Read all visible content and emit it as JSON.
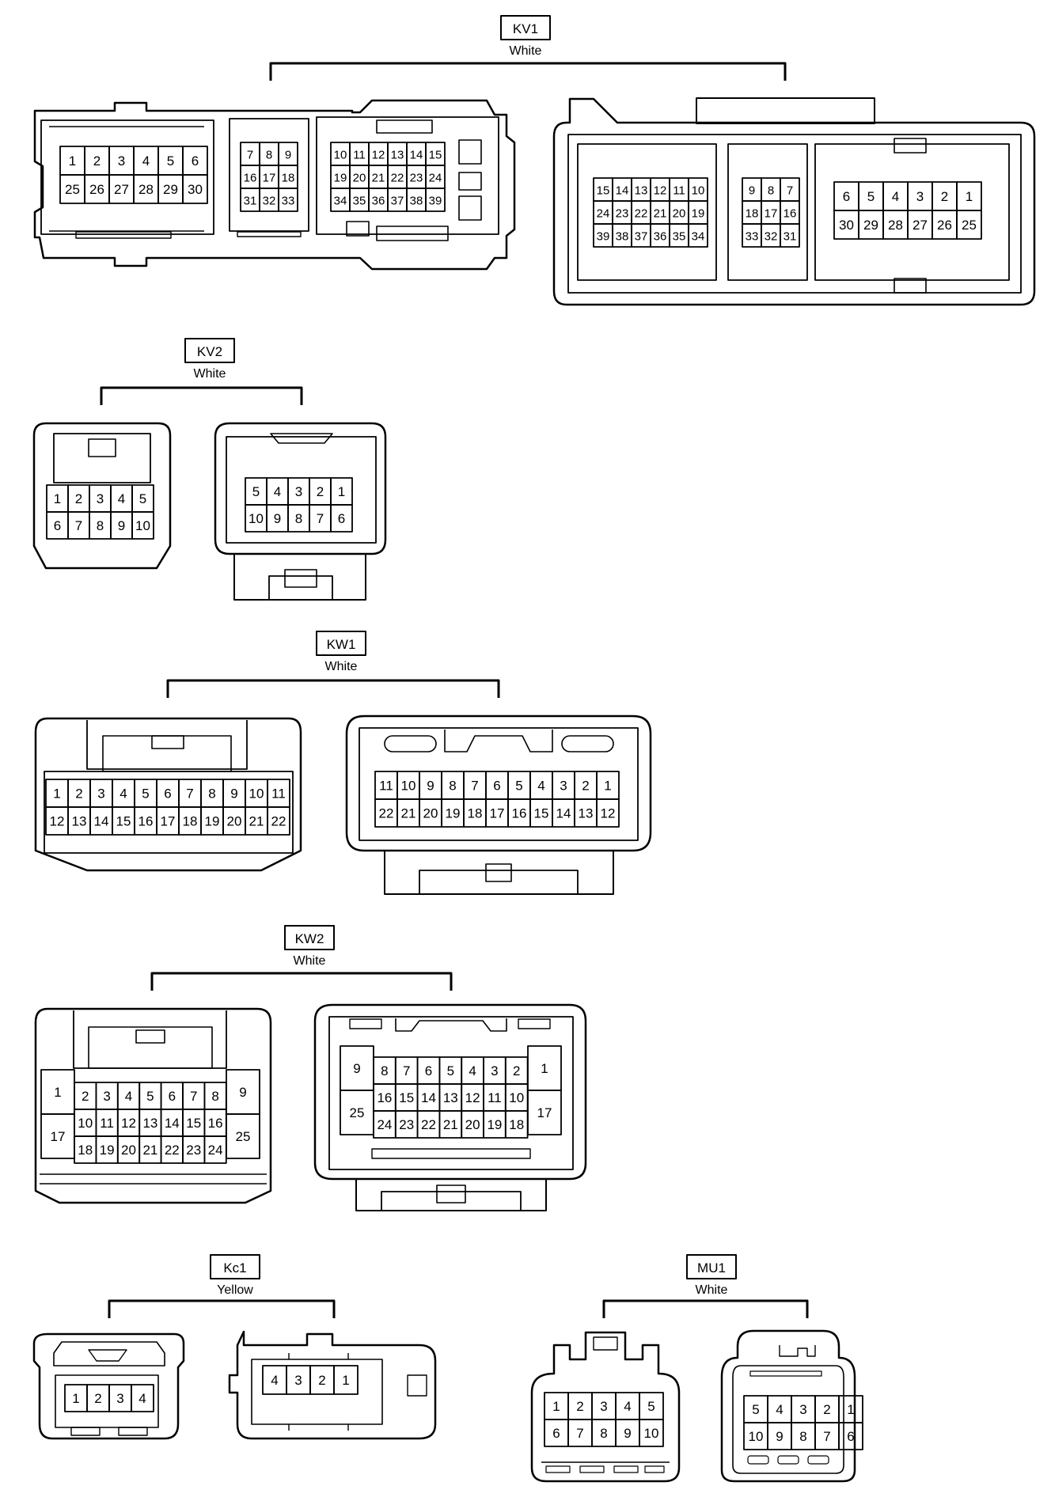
{
  "connectors": [
    {
      "id": "KV1",
      "color": "White"
    },
    {
      "id": "KV2",
      "color": "White"
    },
    {
      "id": "KW1",
      "color": "White"
    },
    {
      "id": "KW2",
      "color": "White"
    },
    {
      "id": "Kc1",
      "color": "Yellow"
    },
    {
      "id": "MU1",
      "color": "White"
    }
  ]
}
